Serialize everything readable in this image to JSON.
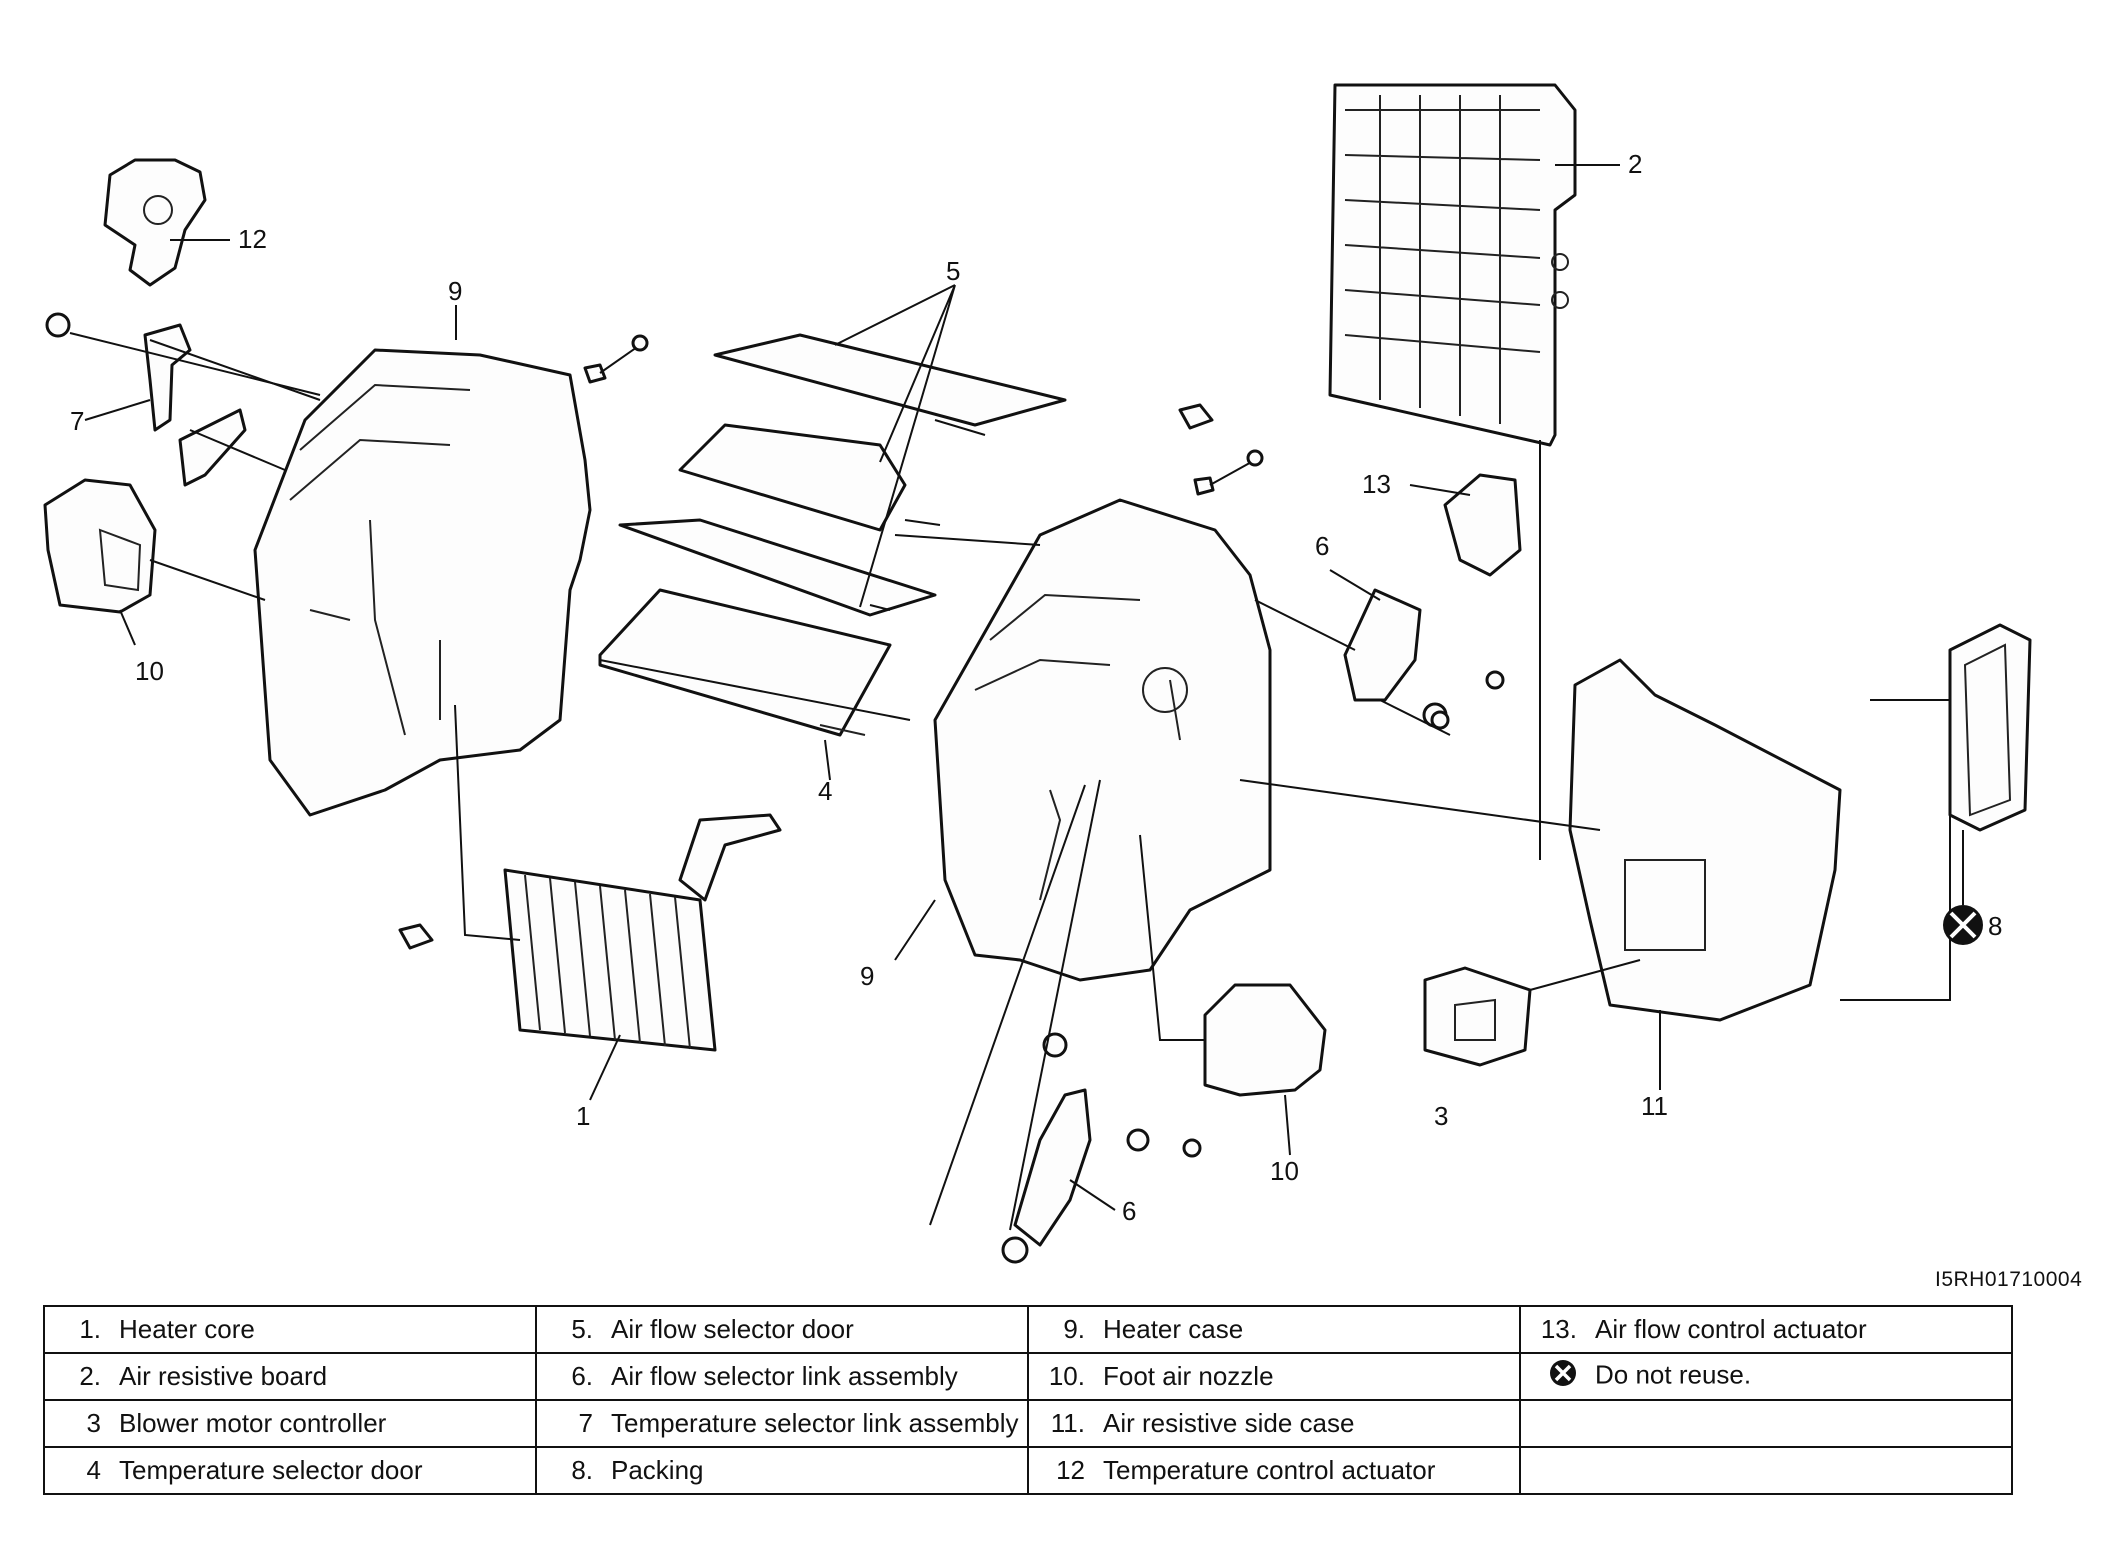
{
  "callouts": {
    "c1": "1",
    "c2": "2",
    "c3": "3",
    "c4": "4",
    "c5": "5",
    "c6a": "6",
    "c6b": "6",
    "c7": "7",
    "c8": "8",
    "c9a": "9",
    "c9b": "9",
    "c10a": "10",
    "c10b": "10",
    "c11": "11",
    "c12": "12",
    "c13": "13"
  },
  "reference_code": "I5RH01710004",
  "legend": {
    "rows": [
      [
        {
          "num": "1.",
          "label": "Heater core"
        },
        {
          "num": "5.",
          "label": "Air flow selector door"
        },
        {
          "num": "9.",
          "label": "Heater case"
        },
        {
          "num": "13.",
          "label": "Air flow control actuator"
        }
      ],
      [
        {
          "num": "2.",
          "label": "Air resistive board"
        },
        {
          "num": "6.",
          "label": "Air flow selector link assembly"
        },
        {
          "num": "10.",
          "label": "Foot air nozzle"
        },
        {
          "num": "",
          "label": "Do not reuse."
        }
      ],
      [
        {
          "num": "3",
          "label": "Blower motor controller"
        },
        {
          "num": "7",
          "label": "Temperature selector link assembly"
        },
        {
          "num": "11.",
          "label": "Air resistive side case"
        },
        {
          "num": "",
          "label": ""
        }
      ],
      [
        {
          "num": "4",
          "label": "Temperature selector door"
        },
        {
          "num": "8.",
          "label": "Packing"
        },
        {
          "num": "12",
          "label": "Temperature control actuator"
        },
        {
          "num": "",
          "label": ""
        }
      ]
    ]
  },
  "icons": {
    "do_not_reuse": "do-not-reuse-icon"
  }
}
